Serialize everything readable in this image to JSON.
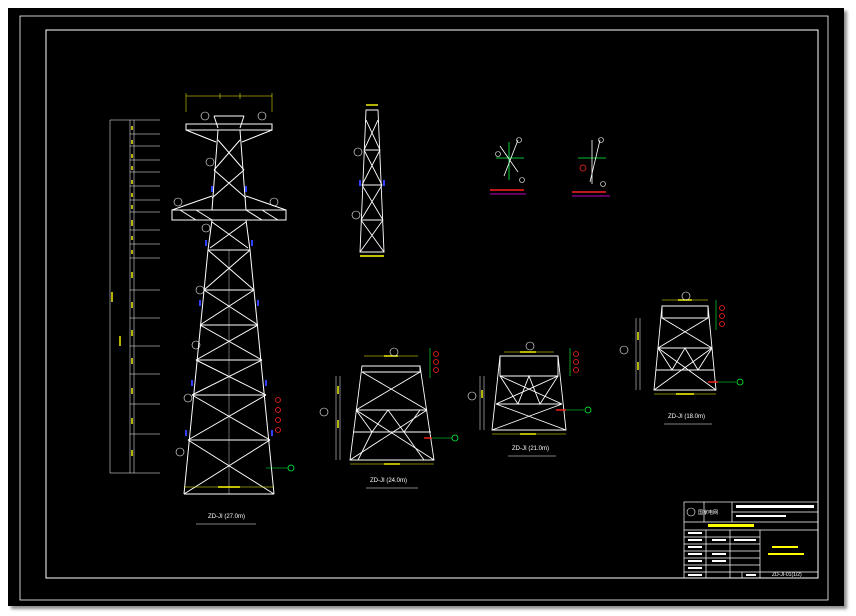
{
  "drawings": {
    "tower_27": {
      "caption": "ZD-JI (27.0m)"
    },
    "tower_24": {
      "caption": "ZD-JI (24.0m)"
    },
    "tower_21": {
      "caption": "ZD-JI (21.0m)"
    },
    "tower_18": {
      "caption": "ZD-JI (18.0m)"
    }
  },
  "title_block": {
    "company": "国家电网",
    "drawing_no": "ZD-JI-01(1/2)"
  },
  "colors": {
    "background": "#000000",
    "line": "#ffffff",
    "dimension": "#ffff00",
    "accent_blue": "#3040ff",
    "accent_red": "#ff2020",
    "accent_green": "#00ff40",
    "accent_magenta": "#ff00ff"
  }
}
